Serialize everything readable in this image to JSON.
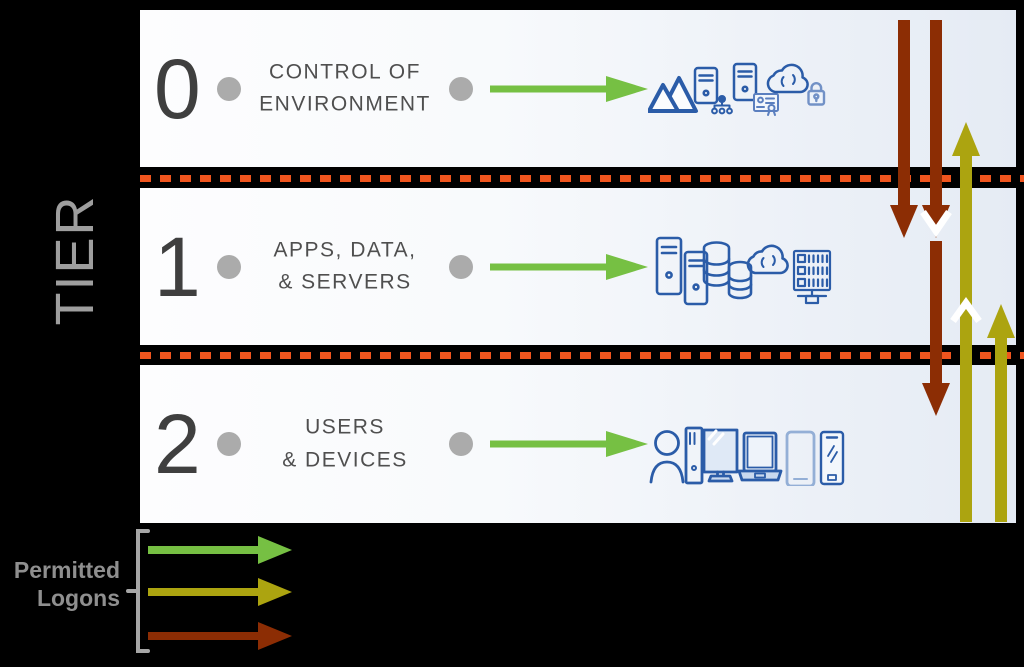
{
  "axis_label": "TIER",
  "tiers": [
    {
      "number": "0",
      "label_line1": "CONTROL OF",
      "label_line2": "ENVIRONMENT",
      "icons": [
        "azure-icon",
        "server-directory-icon",
        "server-certificate-icon",
        "cloud-lock-icon"
      ]
    },
    {
      "number": "1",
      "label_line1": "APPS, DATA,",
      "label_line2": "& SERVERS",
      "icons": [
        "server-icon",
        "server-icon",
        "database-icon",
        "database-icon",
        "cloud-icon",
        "server-rack-icon"
      ]
    },
    {
      "number": "2",
      "label_line1": "USERS",
      "label_line2": "& DEVICES",
      "icons": [
        "user-icon",
        "desktop-icon",
        "laptop-icon",
        "tablet-icon",
        "smartphone-icon"
      ]
    }
  ],
  "legend": {
    "line1": "Permitted",
    "line2": "Logons"
  },
  "vertical_arrows": [
    {
      "color": "#8c2d04",
      "direction": "down",
      "from_tier": "0",
      "to_tier": "1"
    },
    {
      "color": "#8c2d04",
      "direction": "down",
      "from_tier": "0",
      "to_tier": "2"
    },
    {
      "color": "#aca410",
      "direction": "up",
      "from_tier": "2",
      "to_tier": "0"
    },
    {
      "color": "#aca410",
      "direction": "up",
      "from_tier": "2",
      "to_tier": "1"
    }
  ],
  "colors": {
    "background": "#000000",
    "permitted_same_tier_arrow": "#76c043",
    "permitted_up_arrow": "#aca410",
    "permitted_down_arrow": "#8c2d04",
    "tier_boundary_dash": "#f0551e",
    "icon_blue": "#2b5ca8",
    "axis_label_gray": "#9e9e9e",
    "bullet_gray": "#ababab"
  }
}
